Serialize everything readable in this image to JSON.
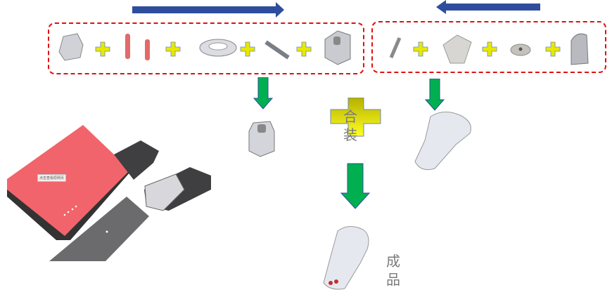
{
  "arrows": {
    "top_left_direction": "right",
    "top_right_direction": "left",
    "color_blue": "#2e4d9c",
    "color_green": "#00b050",
    "plus_color": "#e8e800"
  },
  "groups": [
    {
      "name": "left-part-group",
      "parts": [
        "holder",
        "seal-pins",
        "ring",
        "coil",
        "cap-base"
      ]
    },
    {
      "name": "right-part-group",
      "parts": [
        "tube",
        "sleeve",
        "plug",
        "mouthpiece"
      ]
    }
  ],
  "labels": {
    "assemble": "合\n装",
    "assemble_top": "合",
    "assemble_bottom": "装",
    "finished_top": "成",
    "finished_bottom": "品"
  },
  "device": {
    "tag_text": "点击查看原网页",
    "body_color": "#f2646b"
  }
}
